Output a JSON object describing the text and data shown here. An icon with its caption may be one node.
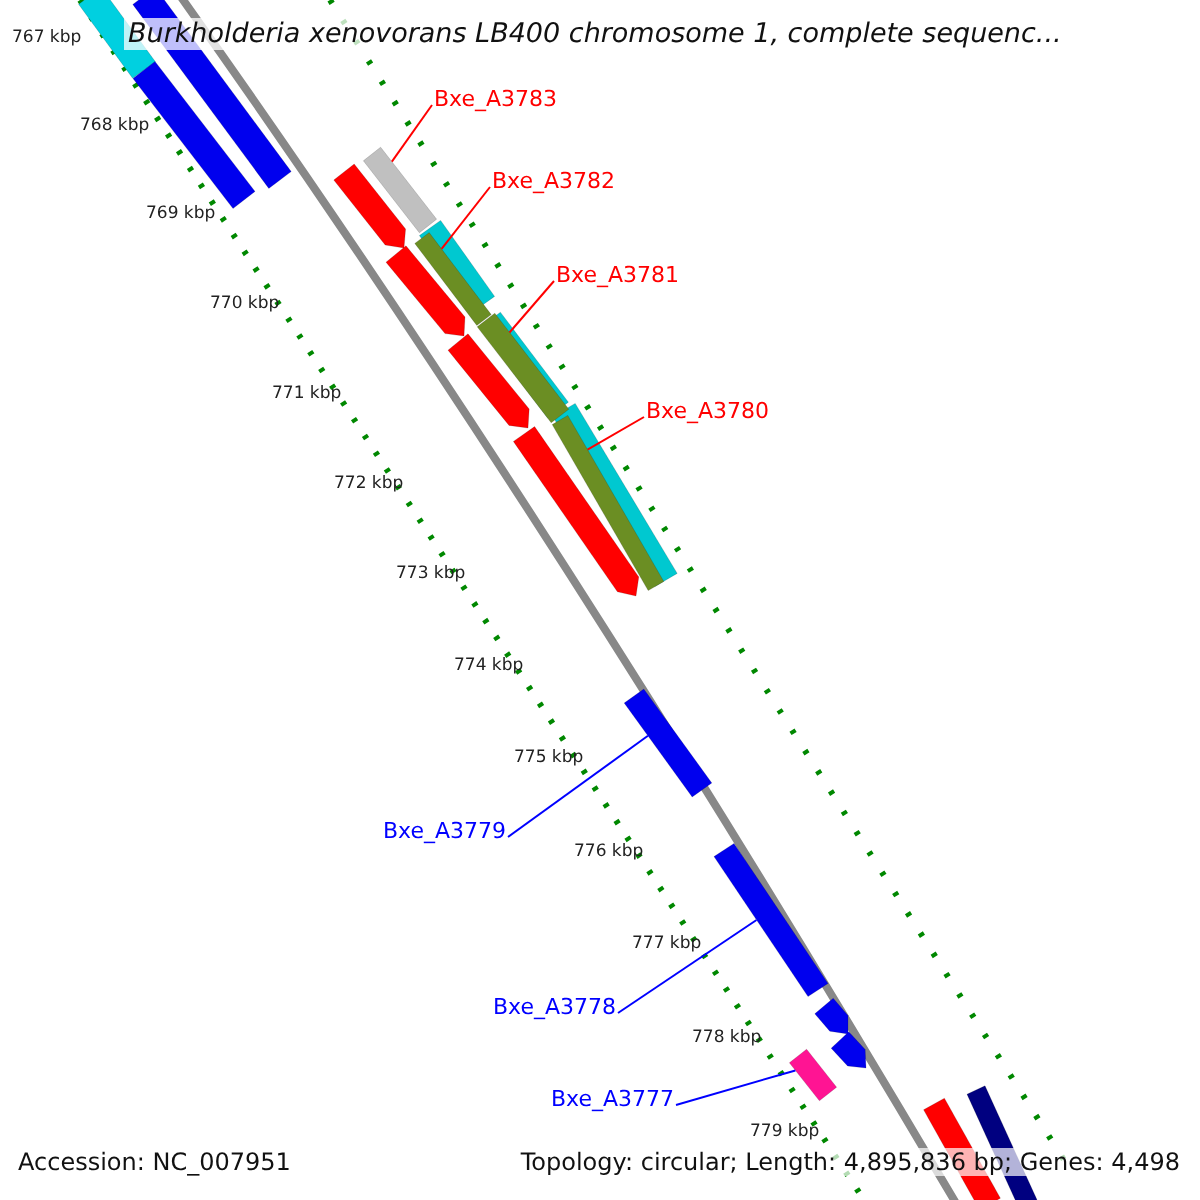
{
  "diagram": {
    "title": "Burkholderia xenovorans LB400 chromosome 1, complete sequenc...",
    "nodes": [
      {
        "text": [
          "Bxe_A3783"
        ]
      },
      {
        "text": [
          "Bxe_A3782"
        ]
      },
      {
        "text": [
          "Bxe_A3781"
        ]
      },
      {
        "text": [
          "Bxe_A3780"
        ]
      },
      {
        "text": [],
        "shape": "bar"
      },
      {
        "text": [],
        "shape": "bar"
      },
      {
        "text": [],
        "shape": "bar"
      },
      {
        "text": [],
        "shape": "bar"
      },
      {
        "text": [
          "Bxe_A3779"
        ]
      },
      {
        "text": [
          "Bxe_A3778"
        ]
      },
      {
        "text": [
          "Bxe_A3777"
        ]
      },
      {
        "text": [],
        "shape": "bar"
      },
      {
        "text": [],
        "shape": "bar"
      },
      {
        "text": [],
        "shape": "bar"
      }
    ],
    "edges": [
      {
        "from": 0,
        "to": 4,
        "arrow": "none"
      },
      {
        "from": 1,
        "to": 5,
        "arrow": "none"
      },
      {
        "from": 2,
        "to": 6,
        "arrow": "none"
      },
      {
        "from": 3,
        "to": 7,
        "arrow": "none"
      },
      {
        "from": 8,
        "to": 11,
        "arrow": "none",
        "color": "#0000ff"
      },
      {
        "from": 9,
        "to": 12,
        "arrow": "none",
        "color": "#0000ff"
      },
      {
        "from": 10,
        "to": 13,
        "arrow": "none",
        "color": "#0000ff"
      }
    ],
    "labels": [
      "767 kbp",
      "768 kbp",
      "769 kbp",
      "770 kbp",
      "771 kbp",
      "772 kbp",
      "773 kbp",
      "774 kbp",
      "775 kbp",
      "776 kbp",
      "777 kbp",
      "778 kbp",
      "779 kbp",
      "Accession: NC_007951",
      "Topology: circular; Length: 4,895,836 bp; Genes: 4,498"
    ]
  }
}
